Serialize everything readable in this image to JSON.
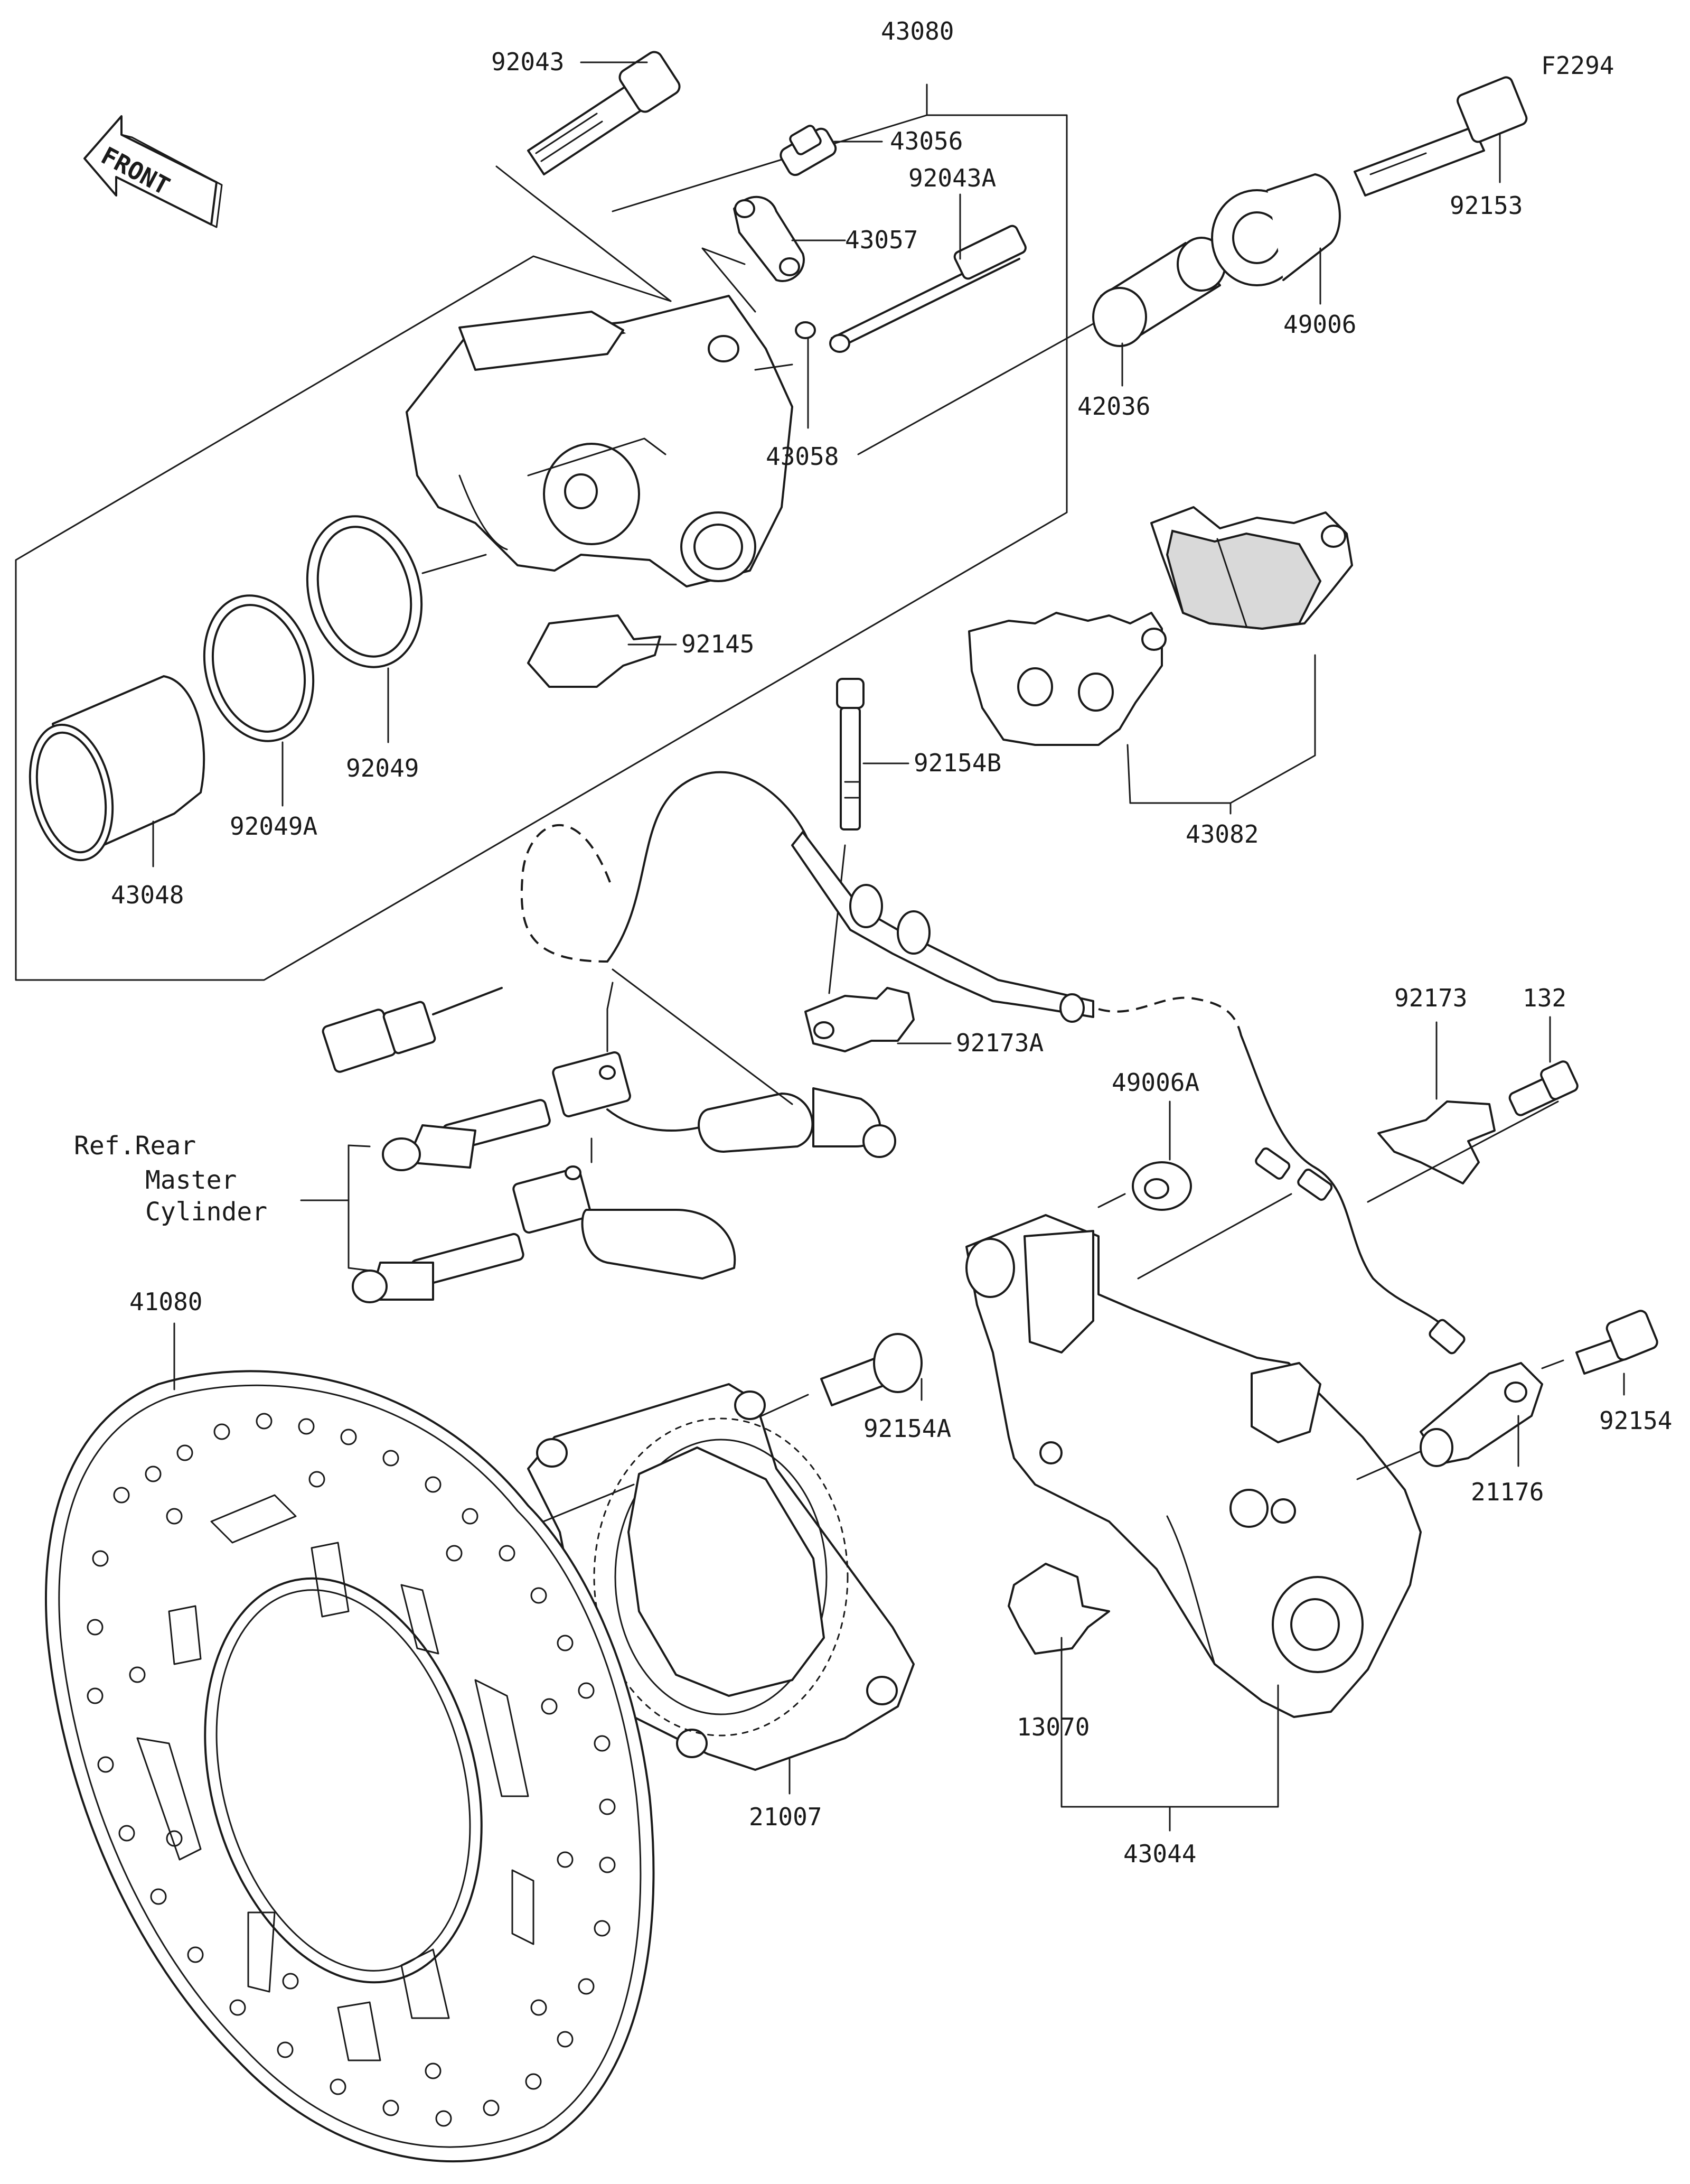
{
  "figure_code": "F2294",
  "front_label": "FRONT",
  "reference_note": [
    "Ref.Rear",
    "Master",
    "Cylinder"
  ],
  "parts": {
    "p43080": "43080",
    "p92043": "92043",
    "p43056": "43056",
    "p92043A": "92043A",
    "p43057": "43057",
    "p43058": "43058",
    "p42036": "42036",
    "p49006": "49006",
    "p92153": "92153",
    "p92145": "92145",
    "p92049": "92049",
    "p92049A": "92049A",
    "p43048": "43048",
    "p92154B": "92154B",
    "p43082": "43082",
    "p92173": "92173",
    "p132": "132",
    "p92173A": "92173A",
    "p49006A": "49006A",
    "p41080": "41080",
    "p92154A": "92154A",
    "p92154": "92154",
    "p21176": "21176",
    "p13070": "13070",
    "p21007": "21007",
    "p43044": "43044"
  }
}
